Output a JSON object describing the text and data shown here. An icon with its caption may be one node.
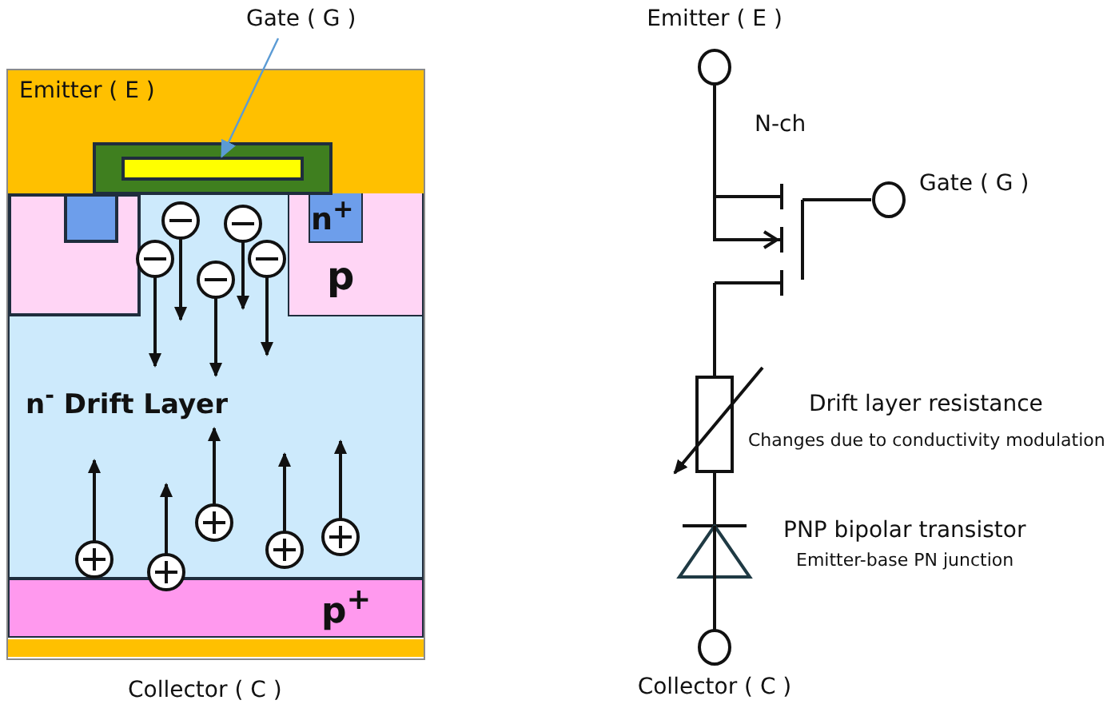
{
  "diagram": {
    "nodes": [
      {
        "text": [
          "Emitter ( E )"
        ]
      },
      {
        "text": [
          "Gate ( G )"
        ]
      },
      {
        "text": [],
        "shape": "box",
        "in": 0
      },
      {
        "text": [
          "n$^{-}$ Drift Layer"
        ]
      },
      {
        "text": [],
        "shape": "box",
        "in": 3
      },
      {
        "text": [],
        "shape": "box",
        "in": 4
      },
      {
        "text": [
          "p"
        ],
        "in": 3
      },
      {
        "text": [
          "n$^{+}$"
        ],
        "in": 6
      },
      {
        "text": [
          "p$^{+}$"
        ]
      },
      {
        "text": [
          "Emitter ( E )"
        ]
      },
      {
        "text": [
          "Gate ( G )"
        ]
      },
      {
        "text": [],
        "shape": "picture",
        "beside": [
          "N-ch"
        ]
      },
      {
        "text": [],
        "shape": "box",
        "beside": [
          "Drift layer resistance",
          "Changes due to conductivity modulation"
        ]
      },
      {
        "text": [],
        "shape": "triangle",
        "beside": [
          "PNP bipolar transistor",
          "Emitter-base PN junction"
        ]
      },
      {
        "text": [
          "Collector ( C )"
        ]
      }
    ],
    "edges": [
      {
        "from": 1,
        "to": 2,
        "arrow": "to",
        "color": "#5b9bd5"
      },
      {
        "from": 9,
        "to": 11,
        "arrow": "none"
      },
      {
        "from": 10,
        "to": 11,
        "arrow": "none"
      },
      {
        "from": 11,
        "to": 12,
        "arrow": "none"
      },
      {
        "from": 12,
        "to": 13,
        "arrow": "none"
      },
      {
        "from": 13,
        "to": 14,
        "arrow": "none"
      }
    ],
    "labels": [
      "Collector ( C )"
    ]
  }
}
